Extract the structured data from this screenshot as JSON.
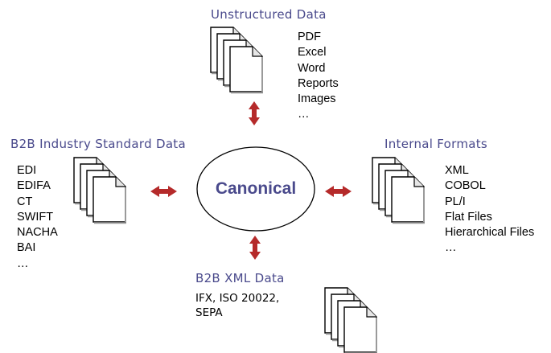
{
  "center": {
    "label": "Canonical"
  },
  "unstructured": {
    "title": "Unstructured Data",
    "items": [
      "PDF",
      "Excel",
      "Word",
      "Reports",
      "Images",
      "…"
    ]
  },
  "b2b_standard": {
    "title": "B2B Industry Standard Data",
    "items": [
      "EDI",
      "EDIFA",
      "CT",
      "SWIFT",
      "NACHA",
      "BAI",
      "…"
    ]
  },
  "internal": {
    "title": "Internal Formats",
    "items": [
      "XML",
      "COBOL",
      "PL/I",
      "Flat Files",
      "Hierarchical Files",
      "…"
    ]
  },
  "b2b_xml": {
    "title": "B2B XML Data",
    "line1": "IFX, ISO 20022,",
    "line2": "SEPA"
  },
  "colors": {
    "title_text": "#4a4a8c",
    "center_text": "#4a4a8c",
    "arrow": "#b52a2a",
    "doc_stroke": "#000000",
    "doc_fill": "#ffffff",
    "doc_shadow": "#b8b8b8"
  }
}
